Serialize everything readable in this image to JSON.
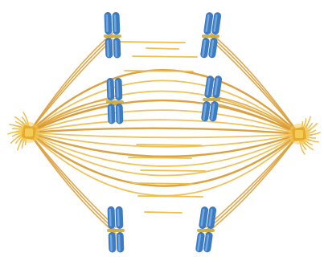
{
  "figure": {
    "subject": "mitotic-spindle-metaphase",
    "colors": {
      "background": "#ffffff",
      "spindle_fiber": "#eebd4e",
      "spindle_fiber_dark": "#d99a32",
      "centrosome": "#f2cc56",
      "centrosome_core": "#e6aa2c",
      "chromatid": "#3d7cc3",
      "chromatid_highlight": "#7fb0e3",
      "chromatid_shadow": "#2a5d99",
      "kinetochore_band": "#c9a93e"
    },
    "chromosome_count": 6,
    "pole_count": 2
  }
}
